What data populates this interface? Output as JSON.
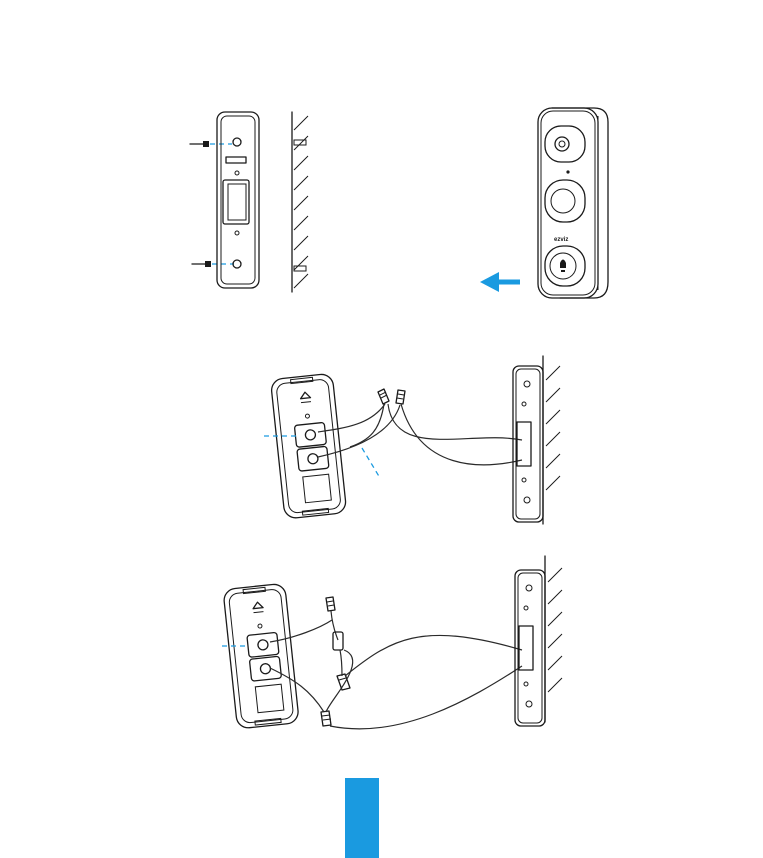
{
  "brand": {
    "logo_text": "ezviz"
  },
  "colors": {
    "accent": "#1a9ae0",
    "line": "#1a1a1a",
    "background": "#ffffff"
  },
  "steps": [
    {
      "id": "mount-plate",
      "arrow_direction": "left"
    },
    {
      "id": "wire-direct"
    },
    {
      "id": "wire-with-extension"
    }
  ],
  "page_tab": {
    "color": "#1a9ae0"
  }
}
